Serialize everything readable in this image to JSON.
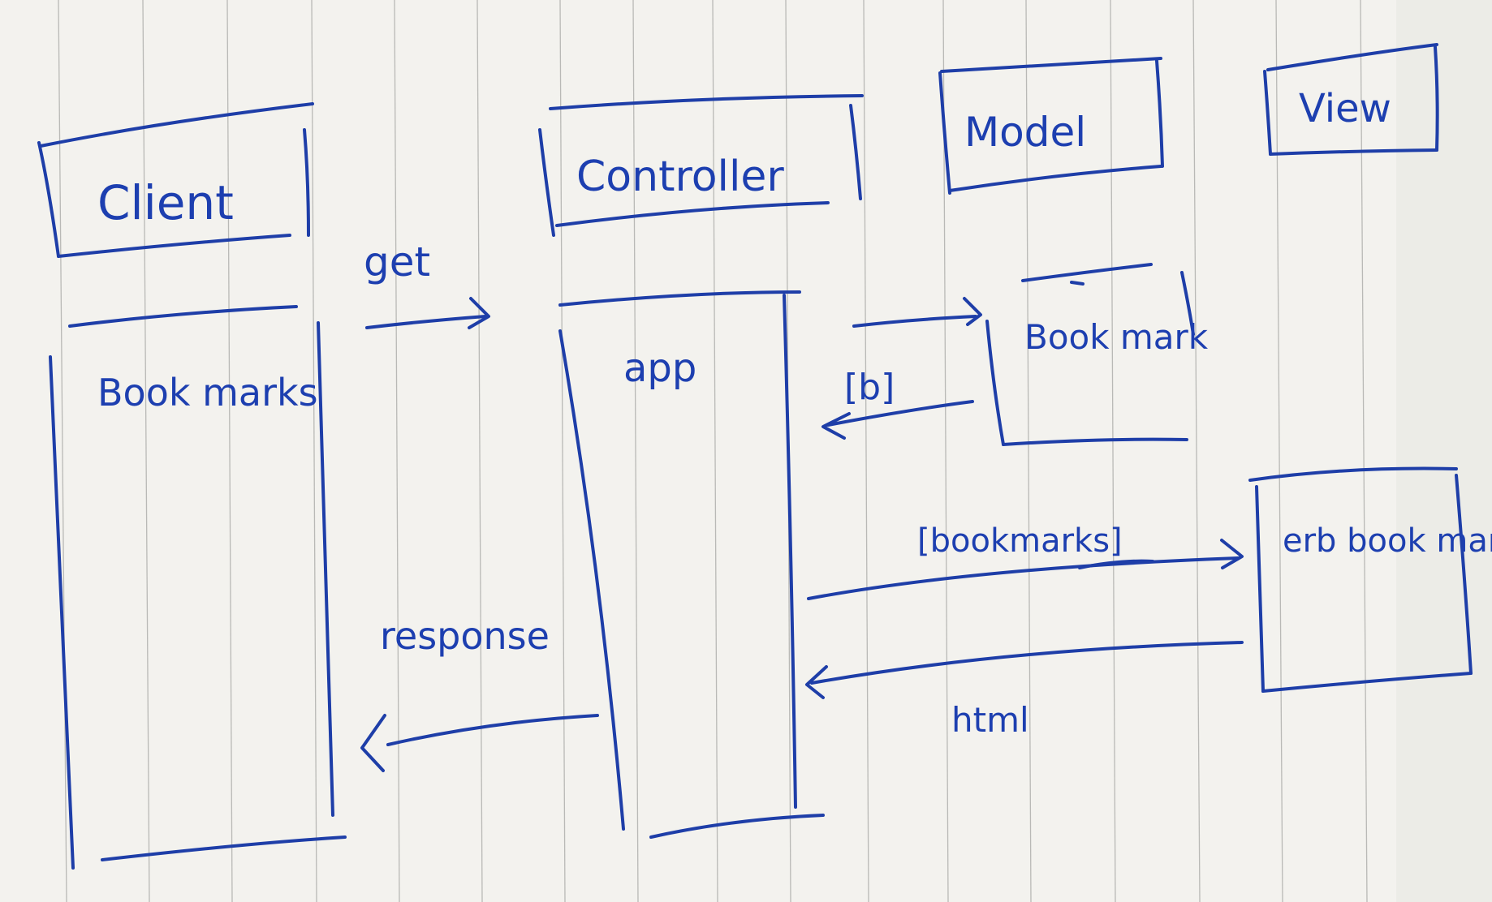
{
  "participants": {
    "client": "Client",
    "controller": "Controller",
    "model": "Model",
    "view": "View"
  },
  "activations": {
    "client": "Book marks",
    "controller": "app",
    "model": "Book mark",
    "view": "erb book marks"
  },
  "messages": {
    "get": "get",
    "model_return": "[b]",
    "bookmarks": "[bookmarks]",
    "html": "html",
    "response": "response"
  },
  "colors": {
    "ink": "#1e3ea8",
    "paper": "#f3f2ee",
    "rule": "#b9b9b6"
  }
}
